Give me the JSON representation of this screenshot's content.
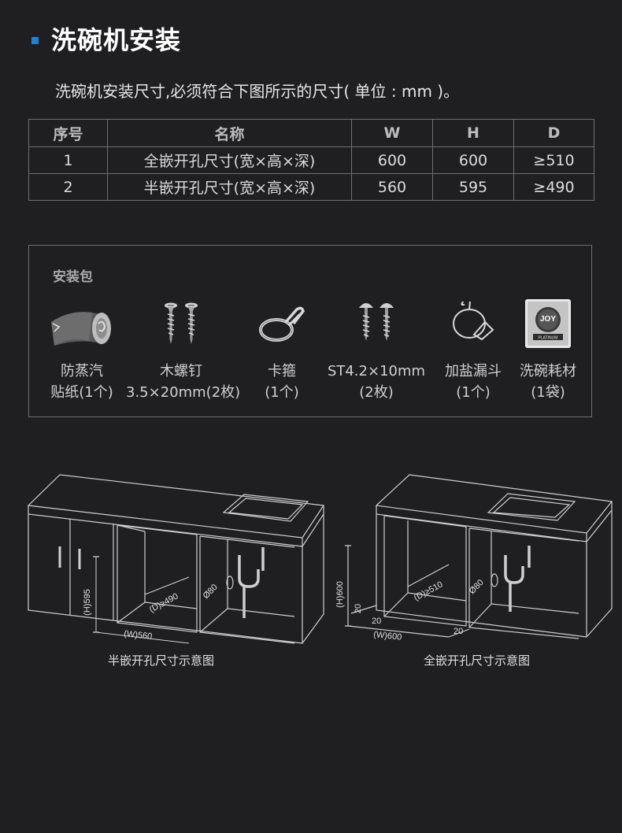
{
  "title": "洗碗机安装",
  "subtitle": "洗碗机安装尺寸,必须符合下图所示的尺寸( 单位 : mm )。",
  "accent_color": "#1f82d0",
  "table": {
    "headers": [
      "序号",
      "名称",
      "W",
      "H",
      "D"
    ],
    "rows": [
      [
        "1",
        "全嵌开孔尺寸(宽×高×深)",
        "600",
        "600",
        "≥510"
      ],
      [
        "2",
        "半嵌开孔尺寸(宽×高×深)",
        "560",
        "595",
        "≥490"
      ]
    ]
  },
  "kit": {
    "title": "安装包",
    "items": [
      {
        "icon": "steam-sticker-roll-icon",
        "line1": "防蒸汽",
        "line2": "贴纸(1个)"
      },
      {
        "icon": "wood-screws-icon",
        "line1": "木螺钉",
        "line2": "3.5×20mm(2枚)"
      },
      {
        "icon": "hose-clamp-icon",
        "line1": "卡箍",
        "line2": "(1个)"
      },
      {
        "icon": "st-screws-icon",
        "line1": "ST4.2×10mm",
        "line2": "(2枚)"
      },
      {
        "icon": "salt-funnel-icon",
        "line1": "加盐漏斗",
        "line2": "(1个)"
      },
      {
        "icon": "detergent-pack-icon",
        "line1": "洗碗耗材",
        "line2": "(1袋)",
        "brand": "JOY",
        "sub": "PLATINUM"
      }
    ]
  },
  "diagram_half": {
    "caption": "半嵌开孔尺寸示意图",
    "h": "(H)595",
    "d": "(D)≥490",
    "w": "(W)560",
    "pipe": "Ø80"
  },
  "diagram_full": {
    "caption": "全嵌开孔尺寸示意图",
    "h": "(H)600",
    "d": "(D)≥510",
    "w": "(W)600",
    "pipe": "Ø80",
    "gap_top": "20",
    "gap_bottom": "20",
    "gap_right": "20"
  }
}
